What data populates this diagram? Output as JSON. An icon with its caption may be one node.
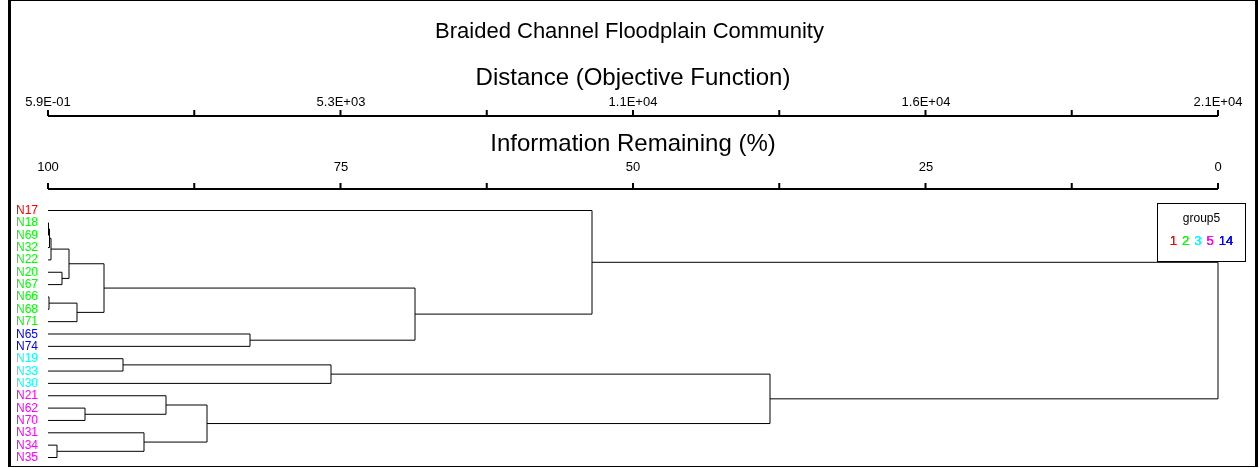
{
  "diagram": {
    "title": "Braided Channel Floodplain Community",
    "nodes": [
      {
        "text": [
          "N17"
        ]
      },
      {
        "text": [
          "N18"
        ]
      },
      {
        "text": [
          "N69"
        ]
      },
      {
        "text": [
          "N32"
        ]
      },
      {
        "text": [
          "N22"
        ]
      },
      {
        "text": [
          "N20"
        ]
      },
      {
        "text": [
          "N67"
        ]
      },
      {
        "text": [
          "N66"
        ]
      },
      {
        "text": [
          "N68"
        ]
      },
      {
        "text": [
          "N71"
        ]
      },
      {
        "text": [
          "N65"
        ]
      },
      {
        "text": [
          "N74"
        ]
      },
      {
        "text": [
          "N19"
        ]
      },
      {
        "text": [
          "N33"
        ]
      },
      {
        "text": [
          "N30"
        ]
      },
      {
        "text": [
          "N21"
        ]
      },
      {
        "text": [
          "N62"
        ]
      },
      {
        "text": [
          "N70"
        ]
      },
      {
        "text": [
          "N31"
        ]
      },
      {
        "text": [
          "N34"
        ]
      },
      {
        "text": [
          "N35"
        ]
      }
    ],
    "labels": [
      "Distance (Objective Function)",
      "5.9E-01",
      "5.3E+03",
      "1.1E+04",
      "1.6E+04",
      "2.1E+04",
      "Information Remaining (%)",
      "100",
      "75",
      "50",
      "25",
      "0",
      "group5"
    ],
    "legend": [
      {
        "text": "1",
        "color": "#ff0000"
      },
      {
        "text": "2",
        "color": "#00ff00"
      },
      {
        "text": "3",
        "color": "#00ffff"
      },
      {
        "text": "5",
        "color": "#ff00ff"
      },
      {
        "text": "14",
        "color": "#0000ff"
      }
    ]
  }
}
